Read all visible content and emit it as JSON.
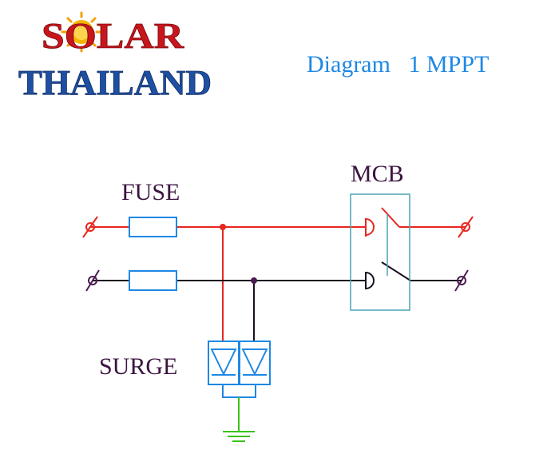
{
  "logo": {
    "line1": "SOLAR",
    "line2": "THAILAND",
    "colors": {
      "red": "#c8161d",
      "blue": "#1e4fa3",
      "sun": "#f4b400"
    }
  },
  "header": {
    "title": "Diagram   1 MPPT",
    "title_color": "#1e88e5"
  },
  "labels": {
    "fuse": "FUSE",
    "mcb": "MCB",
    "surge": "SURGE",
    "label_color": "#3b1340"
  },
  "colors": {
    "positive_wire": "#e8261f",
    "negative_wire": "#1a0f1f",
    "component_outline": "#1e88e5",
    "mcb_box": "#4aa3b5",
    "ground": "#39c21a",
    "neg_terminal": "#4a1c4e"
  }
}
